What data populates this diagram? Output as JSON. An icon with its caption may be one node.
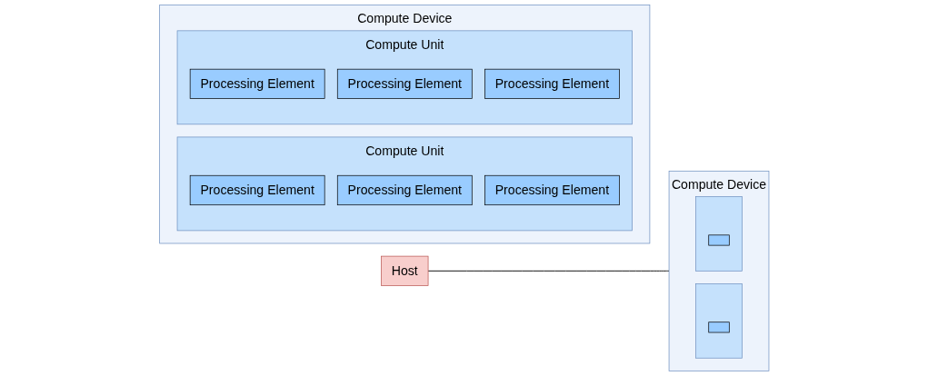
{
  "diagram": {
    "nodes": [
      {
        "text": [
          "Host"
        ]
      },
      {
        "text": [
          "Compute Device"
        ]
      },
      {
        "text": [],
        "shape": "box",
        "in": 1
      },
      {
        "text": [],
        "shape": "box",
        "in": 2
      },
      {
        "text": [],
        "shape": "box",
        "in": 1
      },
      {
        "text": [],
        "shape": "box",
        "in": 4
      },
      {
        "text": [
          "Compute Device"
        ]
      },
      {
        "text": [
          "Compute Unit"
        ],
        "in": 6
      },
      {
        "text": [
          "Processing Element"
        ],
        "in": 7
      },
      {
        "text": [
          "Processing Element"
        ],
        "in": 7
      },
      {
        "text": [
          "Processing Element"
        ],
        "in": 7
      },
      {
        "text": [
          "Compute Unit"
        ],
        "in": 6
      },
      {
        "text": [
          "Processing Element"
        ],
        "in": 11
      },
      {
        "text": [
          "Processing Element"
        ],
        "in": 11
      },
      {
        "text": [
          "Processing Element"
        ],
        "in": 11
      }
    ],
    "edges": [
      {
        "from": 0,
        "to": 1,
        "arrow": "none"
      }
    ]
  }
}
